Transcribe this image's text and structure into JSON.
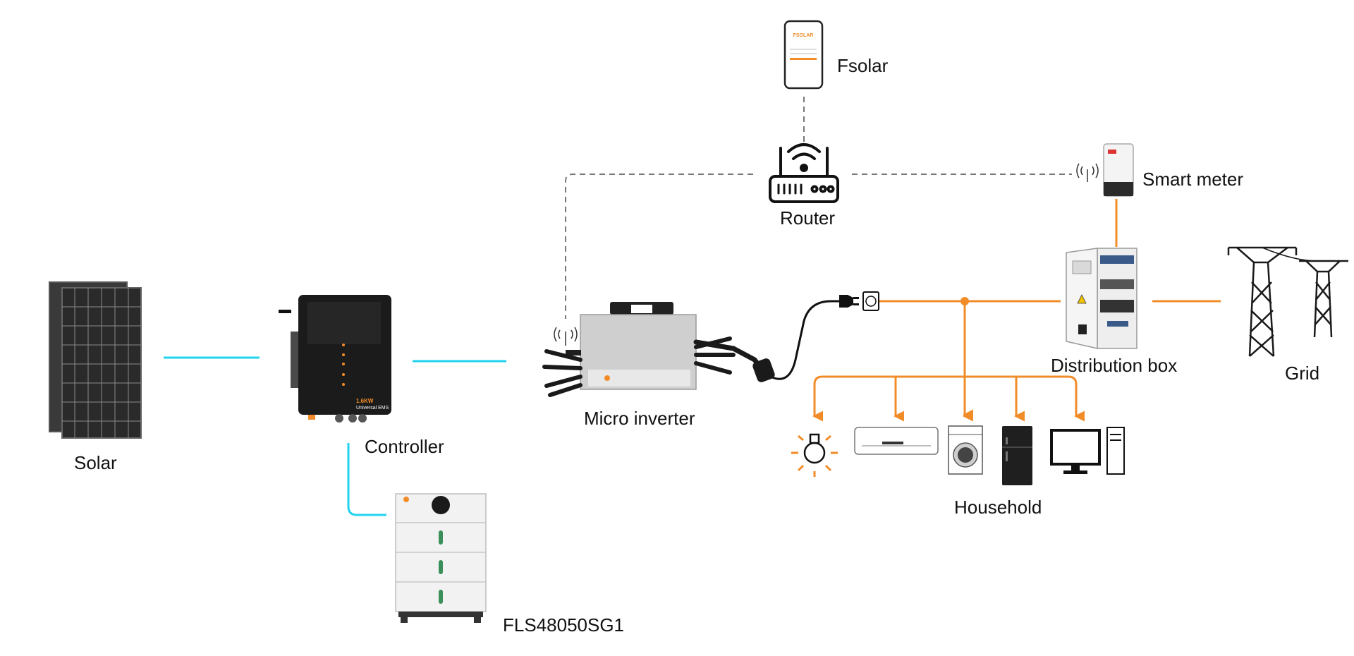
{
  "nodes": {
    "solar": "Solar",
    "controller": "Controller",
    "battery": "FLS48050SG1",
    "micro_inverter": "Micro inverter",
    "router": "Router",
    "app": "Fsolar",
    "smart_meter": "Smart meter",
    "distribution_box": "Distribution box",
    "grid": "Grid",
    "household": "Household"
  },
  "device_text": {
    "controller_model": "1.6KW",
    "controller_name": "Universal EMS",
    "app_brand": "FSOLAR"
  },
  "colors": {
    "dc_link": "#22d3ee",
    "ac_link": "#f28c28",
    "data_link": "#777777",
    "device_dark": "#1b1b1b",
    "device_light": "#f2f2f2"
  }
}
